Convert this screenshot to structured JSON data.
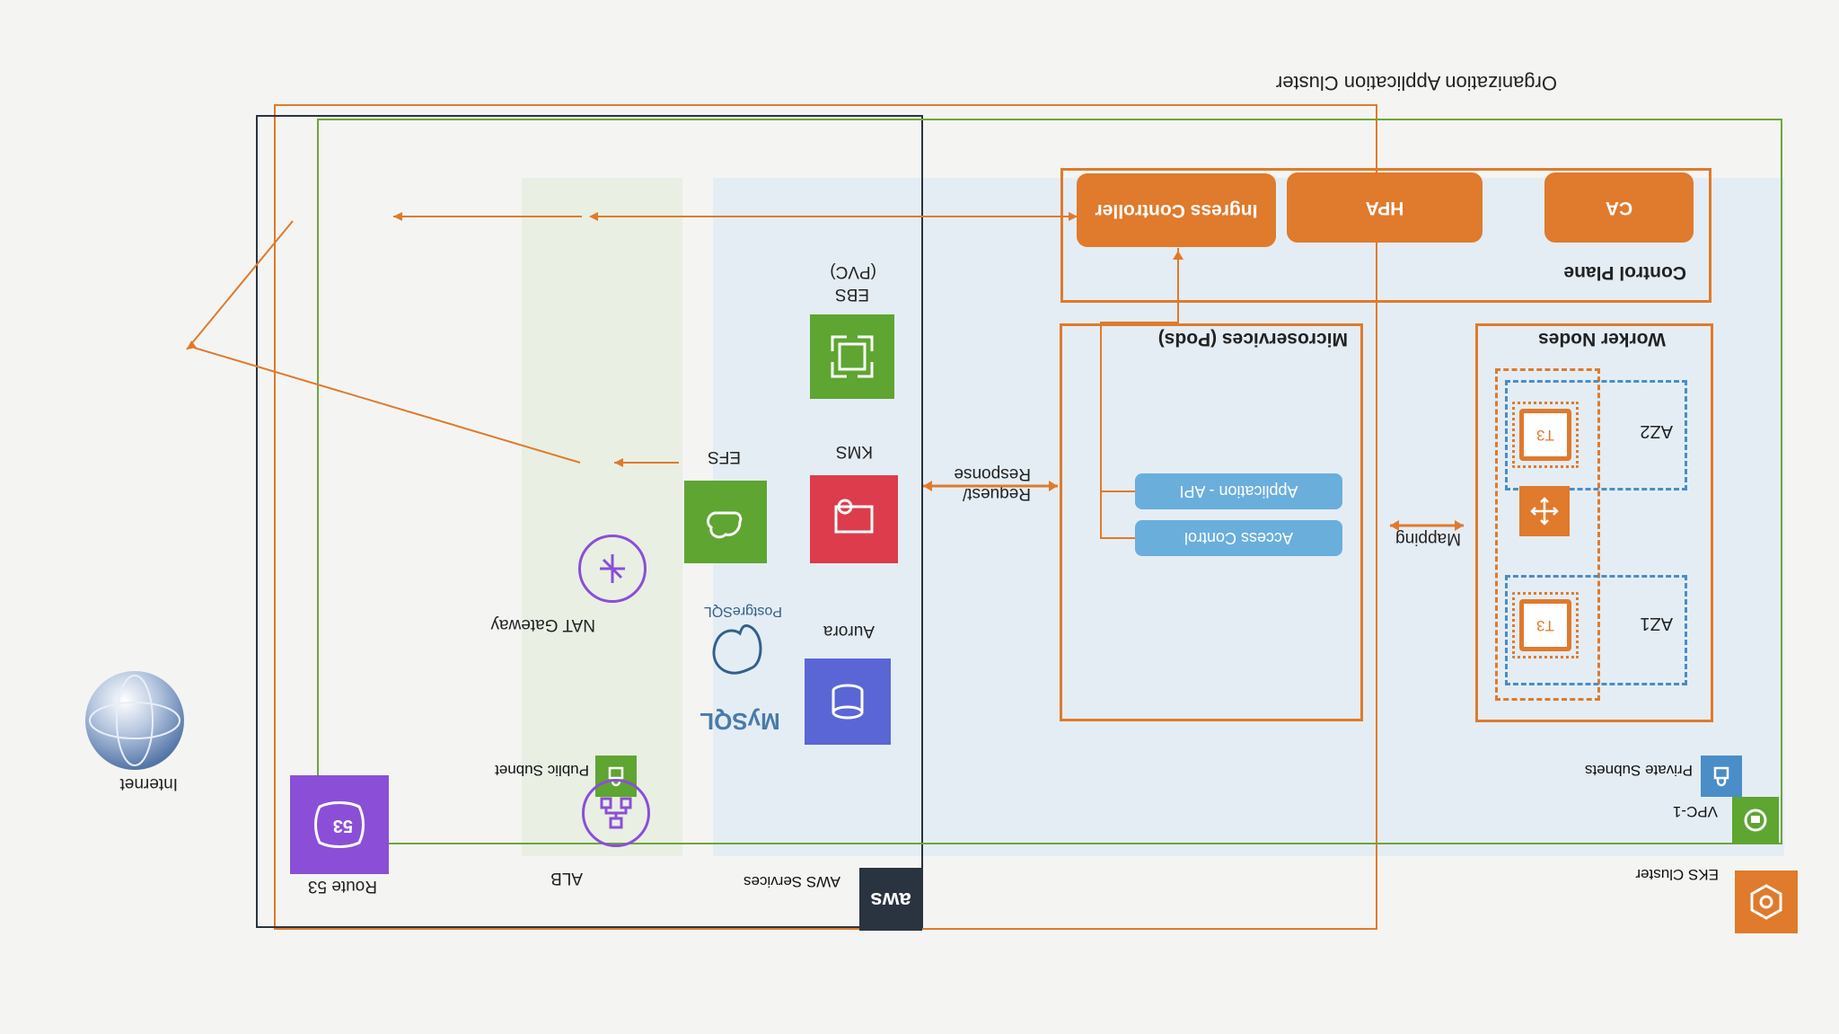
{
  "cluster": {
    "title": "Organization Application Cluster",
    "eks_label": "EKS Cluster",
    "vpc_label": "VPC-1",
    "private_label": "Private Subnets",
    "public_label": "Public Subnet",
    "aws_label": "AWS Services",
    "aws_logo": "aws"
  },
  "control_plane": {
    "title": "Control Plane",
    "items": [
      "CA",
      "HPA",
      "Ingress Controller"
    ]
  },
  "worker_nodes": {
    "title": "Worker Nodes",
    "az1": "AZ1",
    "az2": "AZ2",
    "instance": "T3"
  },
  "microservices": {
    "title": "Microservices (Pods)",
    "items": [
      "Access Control",
      "Application - API"
    ]
  },
  "connectors": {
    "mapping": "Mapping",
    "request": "Request/",
    "response": "Response"
  },
  "services": {
    "aurora": "Aurora",
    "kms": "KMS",
    "ebs": "EBS",
    "ebs_sub": "(PVC)",
    "efs": "EFS",
    "mysql": "MySQL",
    "postgres": "PostgreSQL"
  },
  "network": {
    "alb": "ALB",
    "nat": "NAT Gateway",
    "route53": "Route 53",
    "route53_badge": "53",
    "internet": "Internet"
  },
  "colors": {
    "orange": "#e07a2c",
    "blue_bg": "#e4edf4",
    "green_bg": "#e9efe3",
    "purple": "#8a4fd6",
    "aurora": "#5a66d6",
    "kms": "#dc3c4c",
    "ebs_efs": "#5ea531",
    "pill_blue": "#6aaedc",
    "dark": "#2a3440"
  }
}
